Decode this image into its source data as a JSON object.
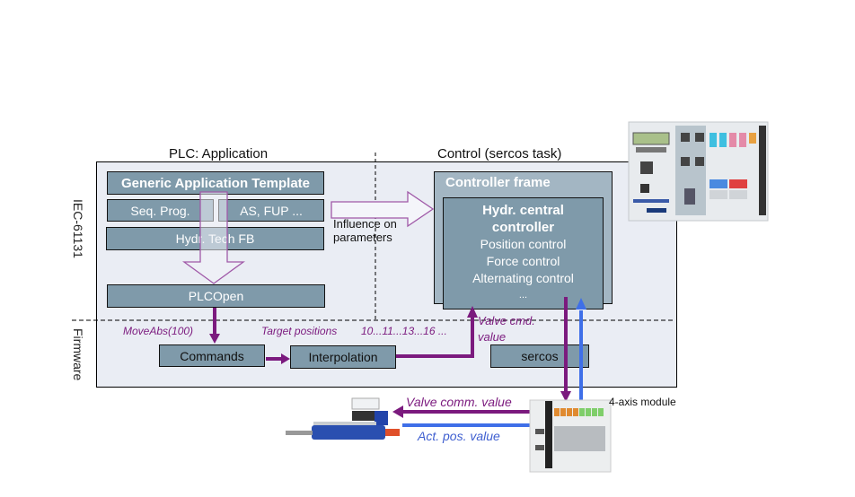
{
  "sections": {
    "plc_application": "PLC: Application",
    "control_task": "Control (sercos task)",
    "iec": "IEC-61131",
    "firmware": "Firmware"
  },
  "plc": {
    "generic_template": "Generic Application Template",
    "seq_prog": "Seq. Prog.",
    "as_fup": "AS, FUP ...",
    "hydr_tech_fb": "Hydr.  Tech FB",
    "plcopen": "PLCOpen"
  },
  "influence": {
    "line1": "Influence on",
    "line2": "parameters"
  },
  "controller": {
    "frame_title": "Controller frame",
    "central_title_1": "Hydr. central",
    "central_title_2": "controller",
    "items": [
      "Position control",
      "Force control",
      "Alternating control",
      "..."
    ]
  },
  "firmware": {
    "move_abs": "MoveAbs(100)",
    "target_positions": "Target positions",
    "target_values": "10...11...13...16  ...",
    "valve_cmd_1": "Valve cmd.",
    "valve_cmd_2": "value",
    "commands": "Commands",
    "interpolation": "Interpolation",
    "sercos": "sercos"
  },
  "hardware": {
    "module_label": "4-axis module",
    "valve_comm": "Valve comm. value",
    "act_pos": "Act. pos. value"
  },
  "colors": {
    "box": "#7f9aaa",
    "frame_bg": "#eaedf4",
    "purple": "#7b1a7e",
    "blue": "#3f6fe8"
  }
}
